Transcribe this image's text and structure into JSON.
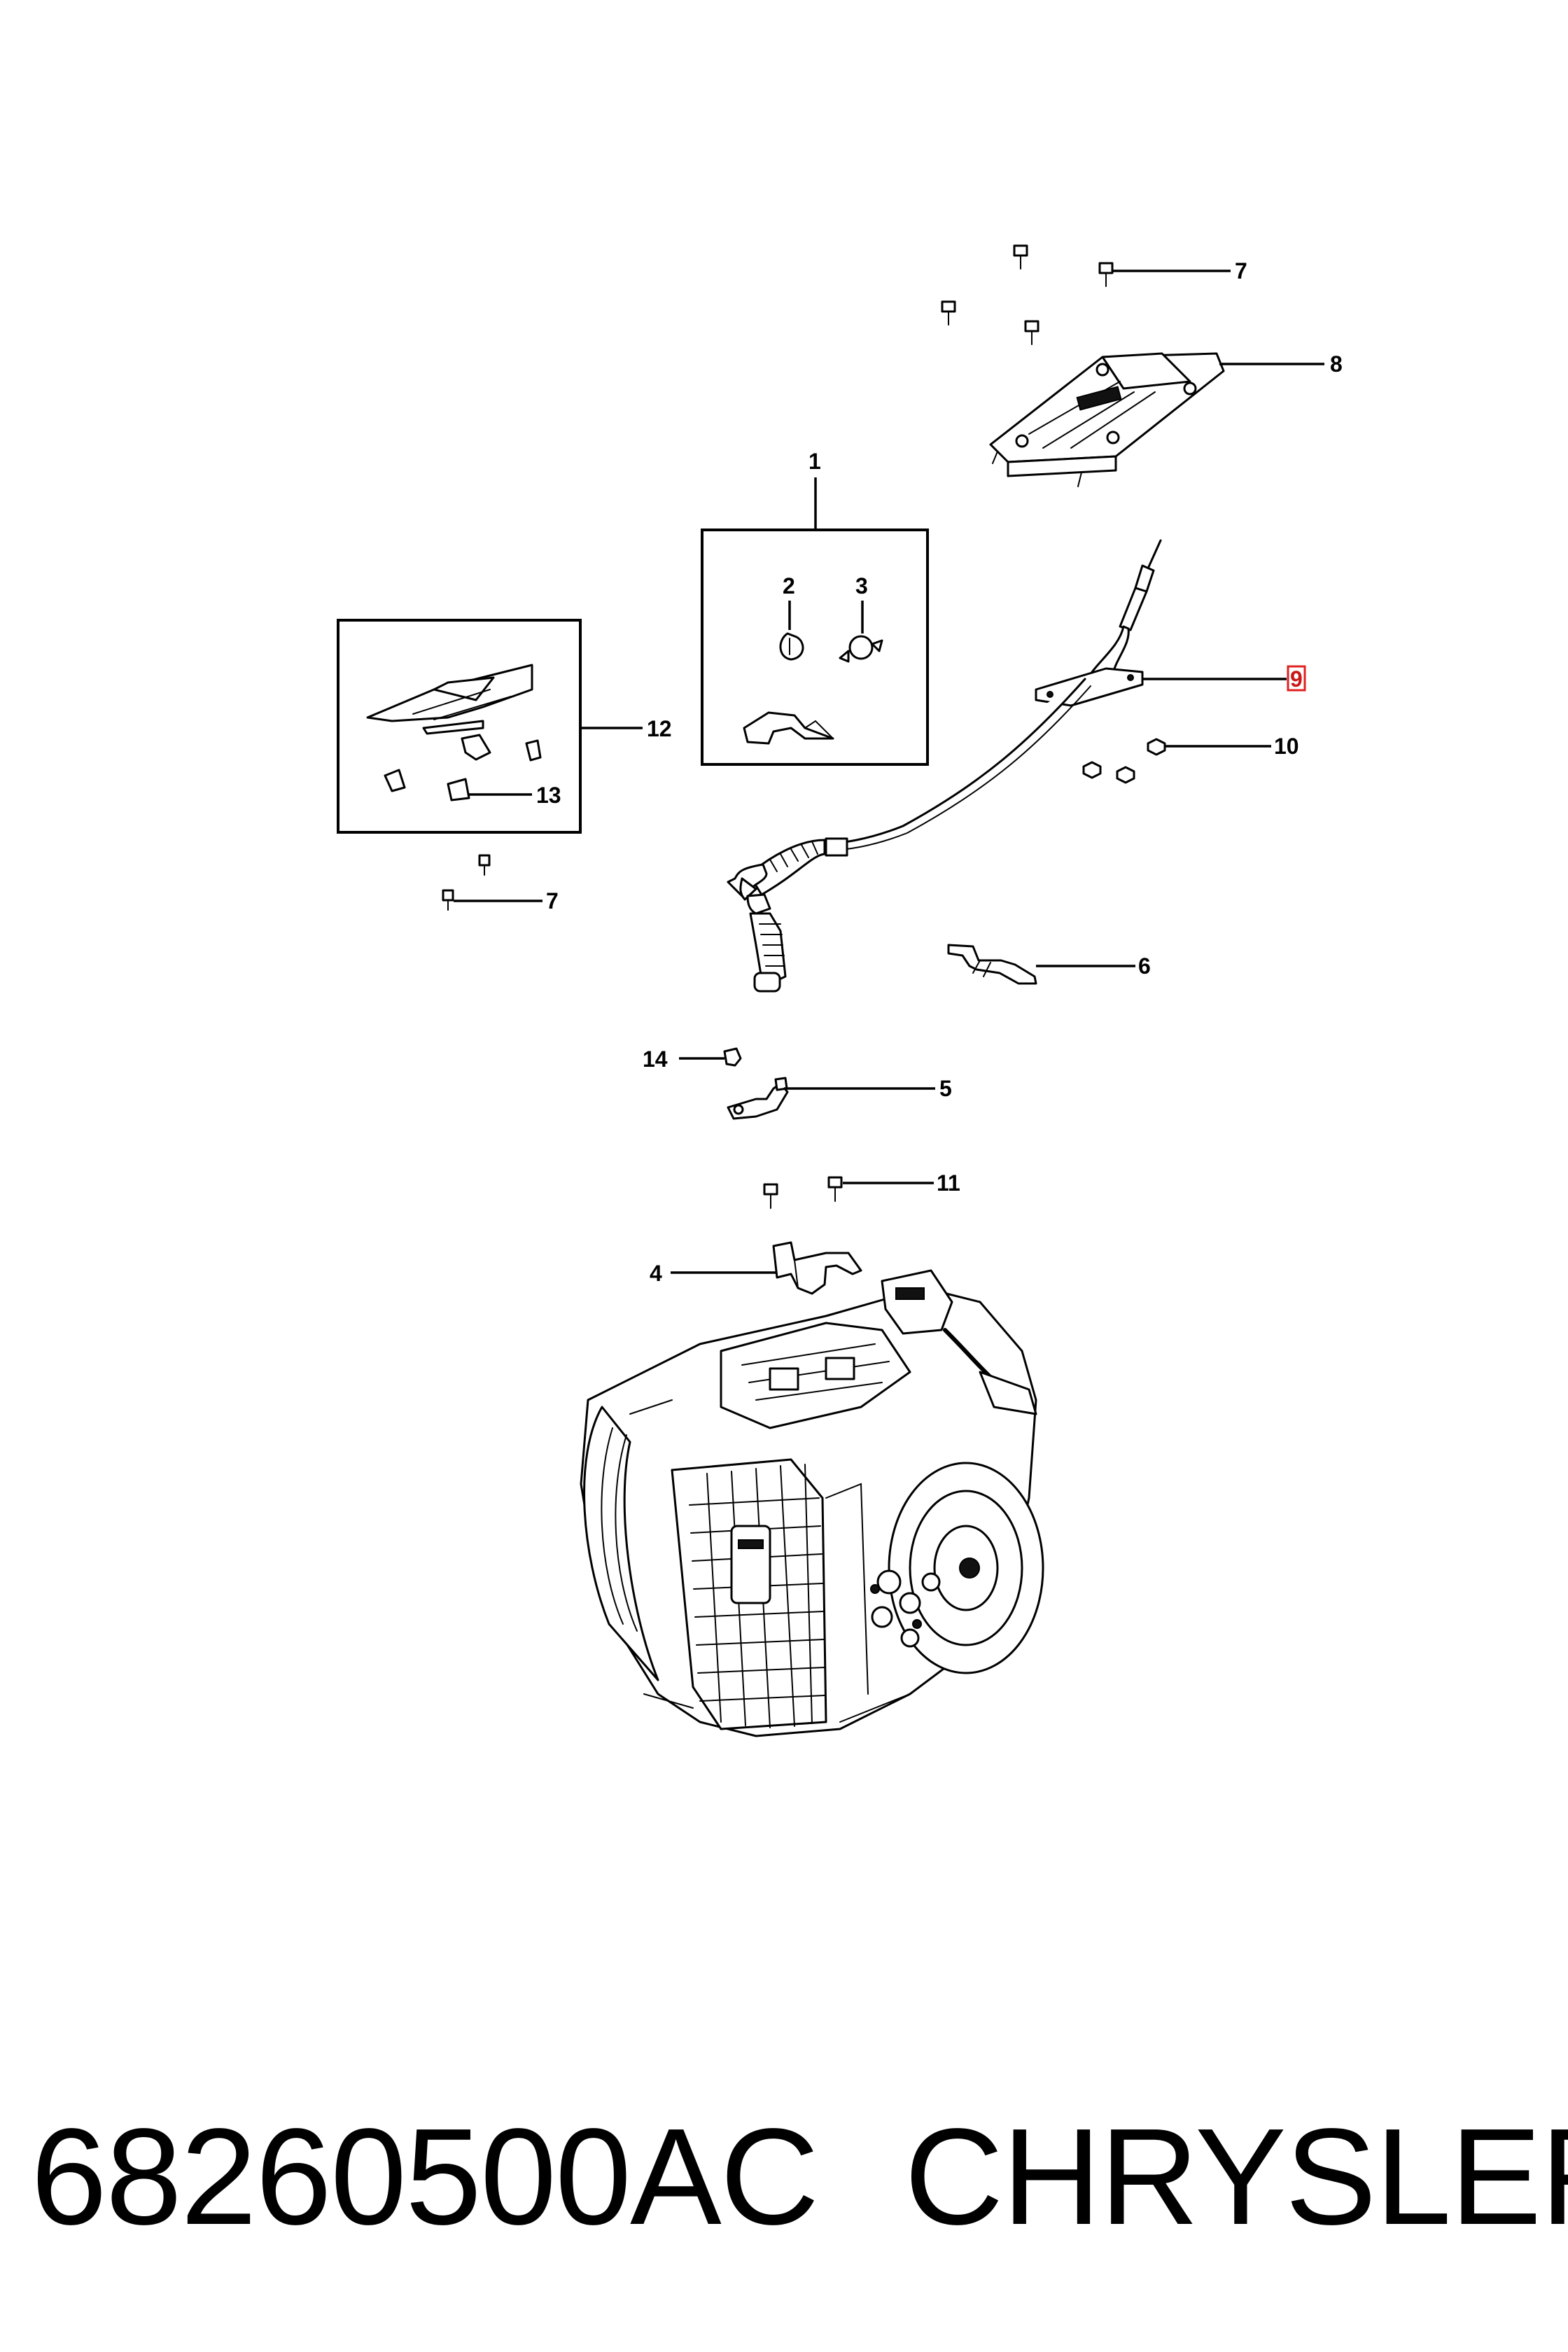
{
  "footer": {
    "part_number": "68260500AC",
    "brand": "CHRYSLER"
  },
  "highlight_color": "#e02020",
  "callouts": {
    "c1": "1",
    "c2": "2",
    "c3": "3",
    "c4": "4",
    "c5": "5",
    "c6": "6",
    "c7a": "7",
    "c7b": "7",
    "c8": "8",
    "c9": "9",
    "c10": "10",
    "c11": "11",
    "c12": "12",
    "c13": "13",
    "c14": "14"
  },
  "highlighted_callout": "9"
}
